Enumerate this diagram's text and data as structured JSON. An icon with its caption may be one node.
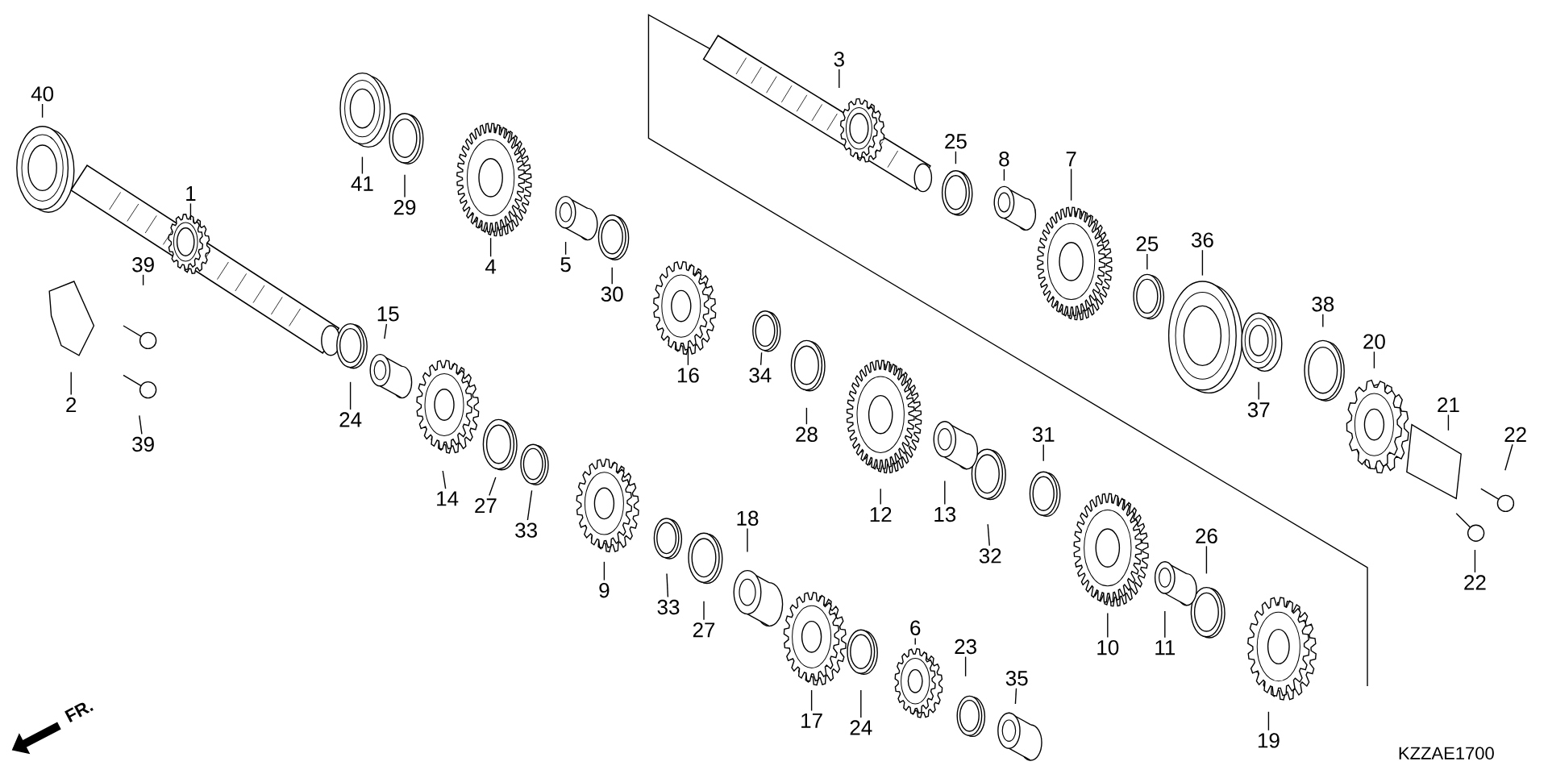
{
  "diagram": {
    "nodes": [
      {
        "text": [
          "40"
        ]
      },
      {
        "text": [
          "1"
        ]
      },
      {
        "text": [
          "2"
        ]
      },
      {
        "text": [
          "39"
        ]
      },
      {
        "text": [
          "39"
        ]
      },
      {
        "text": [
          "41"
        ]
      },
      {
        "text": [
          "29"
        ]
      },
      {
        "text": [
          "4"
        ]
      },
      {
        "text": [
          "5"
        ]
      },
      {
        "text": [
          "30"
        ]
      },
      {
        "text": [
          "16"
        ]
      },
      {
        "text": [
          "34"
        ]
      },
      {
        "text": [
          "28"
        ]
      },
      {
        "text": [
          "3"
        ]
      },
      {
        "text": [
          "25"
        ]
      },
      {
        "text": [
          "8"
        ]
      },
      {
        "text": [
          "7"
        ]
      },
      {
        "text": [
          "25"
        ]
      },
      {
        "text": [
          "36"
        ]
      },
      {
        "text": [
          "38"
        ]
      },
      {
        "text": [
          "20"
        ]
      },
      {
        "text": [
          "21"
        ]
      },
      {
        "text": [
          "22"
        ]
      },
      {
        "text": [
          "22"
        ]
      },
      {
        "text": [
          "37"
        ]
      },
      {
        "text": [
          "24"
        ]
      },
      {
        "text": [
          "15"
        ]
      },
      {
        "text": [
          "14"
        ]
      },
      {
        "text": [
          "27"
        ]
      },
      {
        "text": [
          "33"
        ]
      },
      {
        "text": [
          "9"
        ]
      },
      {
        "text": [
          "33"
        ]
      },
      {
        "text": [
          "27"
        ]
      },
      {
        "text": [
          "18"
        ]
      },
      {
        "text": [
          "17"
        ]
      },
      {
        "text": [
          "24"
        ]
      },
      {
        "text": [
          "6"
        ]
      },
      {
        "text": [
          "23"
        ]
      },
      {
        "text": [
          "35"
        ]
      },
      {
        "text": [
          "12"
        ]
      },
      {
        "text": [
          "13"
        ]
      },
      {
        "text": [
          "32"
        ]
      },
      {
        "text": [
          "31"
        ]
      },
      {
        "text": [
          "10"
        ]
      },
      {
        "text": [
          "11"
        ]
      },
      {
        "text": [
          "26"
        ]
      },
      {
        "text": [
          "19"
        ]
      }
    ],
    "edges": [
      {
        "from": 0,
        "to": null,
        "arrow": "none"
      },
      {
        "from": 1,
        "to": null,
        "arrow": "none"
      },
      {
        "from": 2,
        "to": null,
        "arrow": "none"
      },
      {
        "from": 3,
        "to": null,
        "arrow": "none"
      },
      {
        "from": 4,
        "to": null,
        "arrow": "none"
      },
      {
        "from": 5,
        "to": null,
        "arrow": "none"
      },
      {
        "from": 6,
        "to": null,
        "arrow": "none"
      },
      {
        "from": 7,
        "to": null,
        "arrow": "none"
      },
      {
        "from": 8,
        "to": null,
        "arrow": "none"
      },
      {
        "from": 9,
        "to": null,
        "arrow": "none"
      },
      {
        "from": 10,
        "to": null,
        "arrow": "none"
      },
      {
        "from": 11,
        "to": null,
        "arrow": "none"
      },
      {
        "from": 12,
        "to": null,
        "arrow": "none"
      },
      {
        "from": 13,
        "to": null,
        "arrow": "none"
      },
      {
        "from": 14,
        "to": null,
        "arrow": "none"
      },
      {
        "from": 15,
        "to": null,
        "arrow": "none"
      },
      {
        "from": 16,
        "to": null,
        "arrow": "none"
      },
      {
        "from": 17,
        "to": null,
        "arrow": "none"
      },
      {
        "from": 18,
        "to": null,
        "arrow": "none"
      },
      {
        "from": 19,
        "to": null,
        "arrow": "none"
      },
      {
        "from": 20,
        "to": null,
        "arrow": "none"
      },
      {
        "from": 21,
        "to": null,
        "arrow": "none"
      },
      {
        "from": 22,
        "to": null,
        "arrow": "none"
      },
      {
        "from": 23,
        "to": null,
        "arrow": "none"
      },
      {
        "from": 24,
        "to": null,
        "arrow": "none"
      },
      {
        "from": 25,
        "to": null,
        "arrow": "none"
      },
      {
        "from": 26,
        "to": null,
        "arrow": "none"
      },
      {
        "from": 27,
        "to": null,
        "arrow": "none"
      },
      {
        "from": 28,
        "to": null,
        "arrow": "none"
      },
      {
        "from": 29,
        "to": null,
        "arrow": "none"
      },
      {
        "from": 30,
        "to": null,
        "arrow": "none"
      },
      {
        "from": 31,
        "to": null,
        "arrow": "none"
      },
      {
        "from": 32,
        "to": null,
        "arrow": "none"
      },
      {
        "from": 33,
        "to": null,
        "arrow": "none"
      },
      {
        "from": 34,
        "to": null,
        "arrow": "none"
      },
      {
        "from": 35,
        "to": null,
        "arrow": "none"
      },
      {
        "from": 36,
        "to": null,
        "arrow": "none"
      },
      {
        "from": 37,
        "to": null,
        "arrow": "none"
      },
      {
        "from": 38,
        "to": null,
        "arrow": "none"
      },
      {
        "from": 39,
        "to": null,
        "arrow": "none"
      },
      {
        "from": 40,
        "to": null,
        "arrow": "none"
      },
      {
        "from": 41,
        "to": null,
        "arrow": "none"
      },
      {
        "from": 42,
        "to": null,
        "arrow": "none"
      },
      {
        "from": 43,
        "to": null,
        "arrow": "none"
      },
      {
        "from": 44,
        "to": null,
        "arrow": "none"
      },
      {
        "from": 45,
        "to": null,
        "arrow": "none"
      },
      {
        "from": 46,
        "to": null,
        "arrow": "none"
      }
    ],
    "labels": [
      "FR.",
      "KZZAE1700"
    ]
  }
}
